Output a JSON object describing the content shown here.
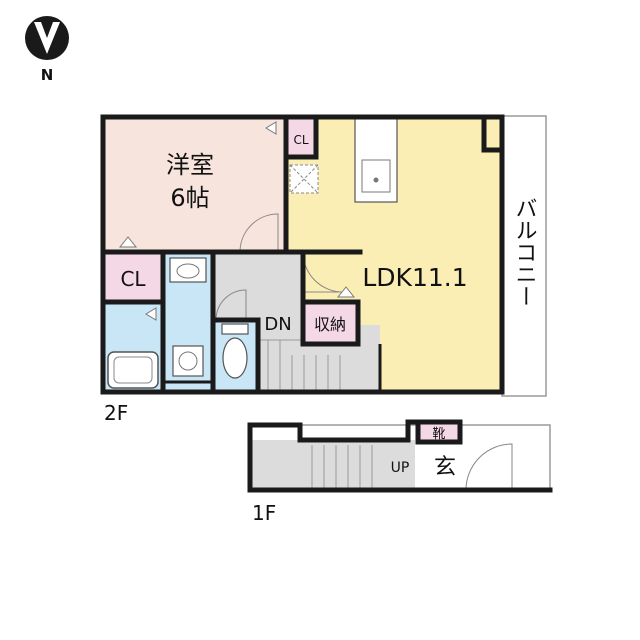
{
  "compass": {
    "north_label": "N"
  },
  "floors": {
    "second": {
      "label": "2F"
    },
    "first": {
      "label": "1F"
    }
  },
  "rooms": {
    "western_room": {
      "name": "洋室",
      "size": "6帖"
    },
    "ldk": {
      "name": "LDK11.1"
    },
    "balcony": {
      "name": "バルコニー"
    },
    "closet_large": {
      "name": "CL"
    },
    "closet_small": {
      "name": "CL"
    },
    "storage": {
      "name": "収納"
    },
    "stairs_down": {
      "name": "DN"
    },
    "stairs_up": {
      "name": "UP"
    },
    "entrance": {
      "name": "玄"
    },
    "shoe_box": {
      "name": "靴"
    }
  },
  "colors": {
    "wall": "#1a1a1a",
    "western_room": "#f7e4dc",
    "ldk": "#fbeeb4",
    "closet": "#f5d8e6",
    "wet_area": "#c8e6f5",
    "hall": "#dcdcdc",
    "balcony": "#ffffff"
  }
}
